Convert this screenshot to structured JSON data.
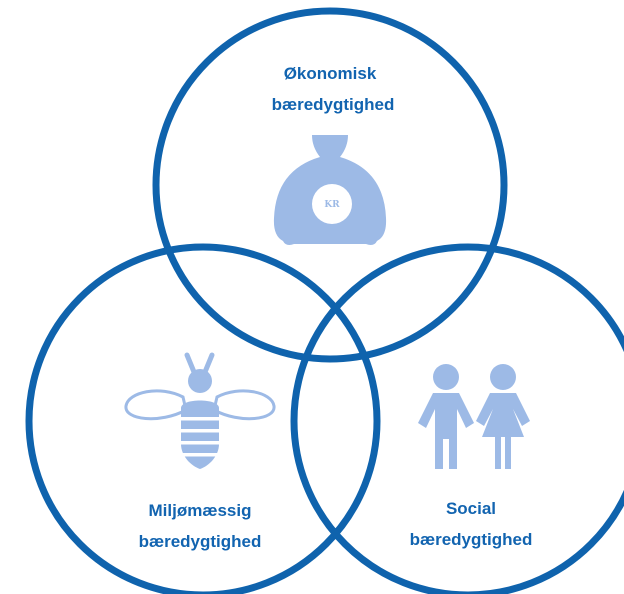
{
  "circles": {
    "economic": {
      "label_line1": "Økonomisk",
      "label_line2": "bæredygtighed",
      "icon": "money-bag-icon",
      "coin_text": "KR"
    },
    "environmental": {
      "label_line1": "Miljømæssig",
      "label_line2": "bæredygtighed",
      "icon": "bee-icon"
    },
    "social": {
      "label_line1": "Social",
      "label_line2": "bæredygtighed",
      "icon": "people-icon"
    }
  },
  "colors": {
    "ring": "#0f63ad",
    "label": "#1264b0",
    "icon": "#9dbae6"
  }
}
